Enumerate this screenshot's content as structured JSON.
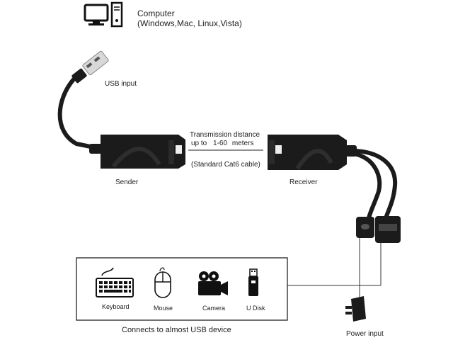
{
  "computer": {
    "title": "Computer",
    "os": "(Windows,Mac, Linux,Vista)"
  },
  "usb_input_label": "USB input",
  "transmission": {
    "line1": "Transmission distance",
    "line2_prefix": "up to",
    "line2_range": "1-60",
    "line2_unit": "meters",
    "cable": "(Standard Cat6 cable)"
  },
  "sender_label": "Sender",
  "receiver_label": "Receiver",
  "devices": [
    {
      "label": "Keyboard",
      "icon": "keyboard-icon"
    },
    {
      "label": "Mouse",
      "icon": "mouse-icon"
    },
    {
      "label": "Camera",
      "icon": "camera-icon"
    },
    {
      "label": "U Disk",
      "icon": "usb-disk-icon"
    }
  ],
  "connects_caption": "Connects to almost USB device",
  "power_input_label": "Power input",
  "colors": {
    "device_body": "#1b1b1b",
    "line": "#333333"
  }
}
